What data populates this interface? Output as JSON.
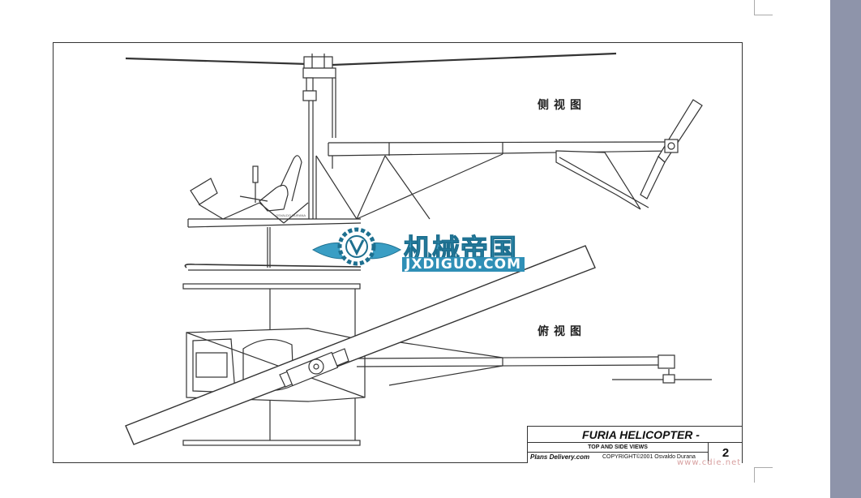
{
  "drawing": {
    "side_view_label": "侧视图",
    "top_view_label": "俯视图",
    "tiny_nameplate": "OSVALDO DURANA"
  },
  "title_block": {
    "title": "FURIA HELICOPTER -",
    "subtitle": "TOP AND SIDE VIEWS",
    "publisher": "Plans Delivery.com",
    "copyright": "COPYRIGHT©2001 Osvaldo Durana",
    "sheet_number": "2"
  },
  "watermark": {
    "chinese": "机械帝国",
    "latin": "JXDIGUO.COM",
    "site": "www.cdie.net"
  },
  "colors": {
    "side_bar": "#8e94aa",
    "line": "#333333",
    "watermark_blue": "#3a9ec4"
  }
}
